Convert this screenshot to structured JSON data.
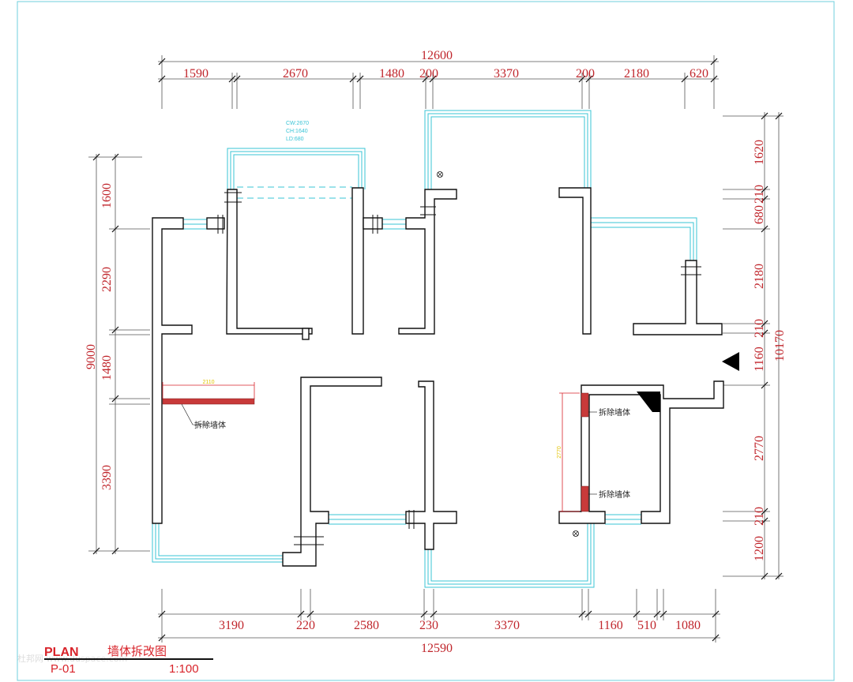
{
  "title_block": {
    "plan_label": "PLAN",
    "plan_title": "墙体拆改图",
    "sheet_no": "P-01",
    "scale": "1:100",
    "watermark": "杜邦网 www.duspace.com"
  },
  "dimensions": {
    "top_total": "12600",
    "top_segments": [
      "1590",
      "2670",
      "1480",
      "200",
      "3370",
      "200",
      "2180",
      "620"
    ],
    "bottom_total": "12590",
    "bottom_segments": [
      "3190",
      "220",
      "2580",
      "230",
      "3370",
      "1160",
      "510",
      "1080"
    ],
    "left_total": "9000",
    "left_segments": [
      "1600",
      "2290",
      "1480",
      "3390"
    ],
    "right_total": "10170",
    "right_segments": [
      "1620",
      "210",
      "680",
      "2180",
      "210",
      "1160",
      "2770",
      "210",
      "1200"
    ]
  },
  "annotations": {
    "demolish_label": "拆除墙体",
    "window_note_lines": [
      "CW:2670",
      "CH:1640",
      "LD:680"
    ],
    "left_wall_dim": "2110",
    "right_wall_dim": "2770"
  },
  "colors": {
    "dimension_text": "#c0262c",
    "window_lines": "#3ac4d6",
    "wall_lines": "#111111",
    "demolish_hatch": "#c83a3a",
    "border": "#6fcfdc"
  }
}
